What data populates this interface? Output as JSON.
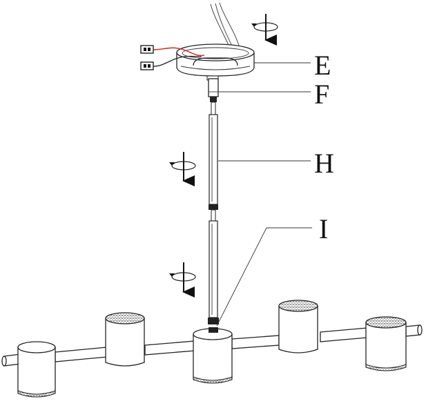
{
  "labels": {
    "canopy": "E",
    "coupler": "F",
    "rod": "H",
    "hub_nipple": "I"
  },
  "colors": {
    "line": "#222222",
    "wire_red": "#d0342c",
    "speckle": "#555555"
  },
  "icons": {
    "rotate_arrow": "rotate-clockwise-down-arrow-icon",
    "connector": "wire-connector-icon"
  }
}
